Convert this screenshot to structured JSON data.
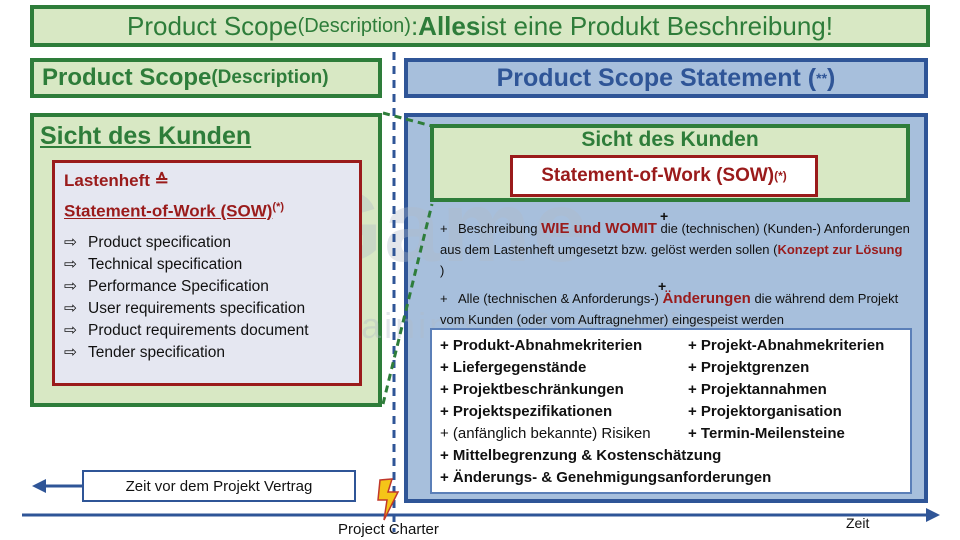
{
  "header": {
    "part1": "Product Scope ",
    "part2": "(Description)",
    "part3": ": ",
    "part4": "Alles",
    "part5": " ist eine Produkt Beschreibung!"
  },
  "left": {
    "title_main": "Product Scope ",
    "title_paren": "(Description)",
    "kunden": "Sicht des Kunden",
    "lasten_line1": "Lastenheft ≙",
    "lasten_line2": "Statement-of-Work (SOW)",
    "lasten_sup": "(*)",
    "items": [
      "Product specification",
      "Technical specification",
      "Performance Specification",
      "User requirements specification",
      "Product requirements document",
      "Tender specification"
    ]
  },
  "right": {
    "title": "Product Scope Statement (",
    "title_sup": "**",
    "title_close": ")",
    "kunden": "Sicht des Kunden",
    "sow": "Statement-of-Work (SOW) ",
    "sow_sup": "(*)",
    "desc1_a": "Beschreibung ",
    "desc1_b": "WIE und WOMIT",
    "desc1_c": " die (technischen) (Kunden-) Anforderungen aus dem Lastenheft umgesetzt bzw. gelöst werden sollen (",
    "desc1_d": "Konzept zur Lösung",
    "desc1_e": " )",
    "desc2_a": "Alle (technischen & Anforderungs-) ",
    "desc2_b": "Änderungen",
    "desc2_c": " die während dem Projekt vom Kunden (oder vom Auftragnehmer) eingespeist werden",
    "criteria_left": [
      "+ Produkt-Abnahmekriterien",
      "+ Liefergegenstände",
      "+ Projektbeschränkungen",
      "+ Projektspezifikationen",
      "+ (anfänglich bekannte) Risiken",
      "+ Mittelbegrenzung & Kostenschätzung",
      "+ Änderungs- & Genehmigungsanforderungen"
    ],
    "criteria_right": [
      "+ Projekt-Abnahmekriterien",
      "+ Projektgrenzen",
      "+ Projektannahmen",
      "+ Projektorganisation",
      "+ Termin-Meilensteine"
    ]
  },
  "timeline": {
    "before": "Zeit vor dem Projekt Vertrag",
    "zeit": "Zeit",
    "charter": "Project Charter"
  },
  "watermark": {
    "main": "SimGame",
    "sub": "Business Training & Simulation"
  },
  "colors": {
    "green": "#2e7d3a",
    "green_fill": "#d8e8c4",
    "blue": "#2f5597",
    "blue_fill": "#a7bfdc",
    "red": "#9a1b1b"
  }
}
